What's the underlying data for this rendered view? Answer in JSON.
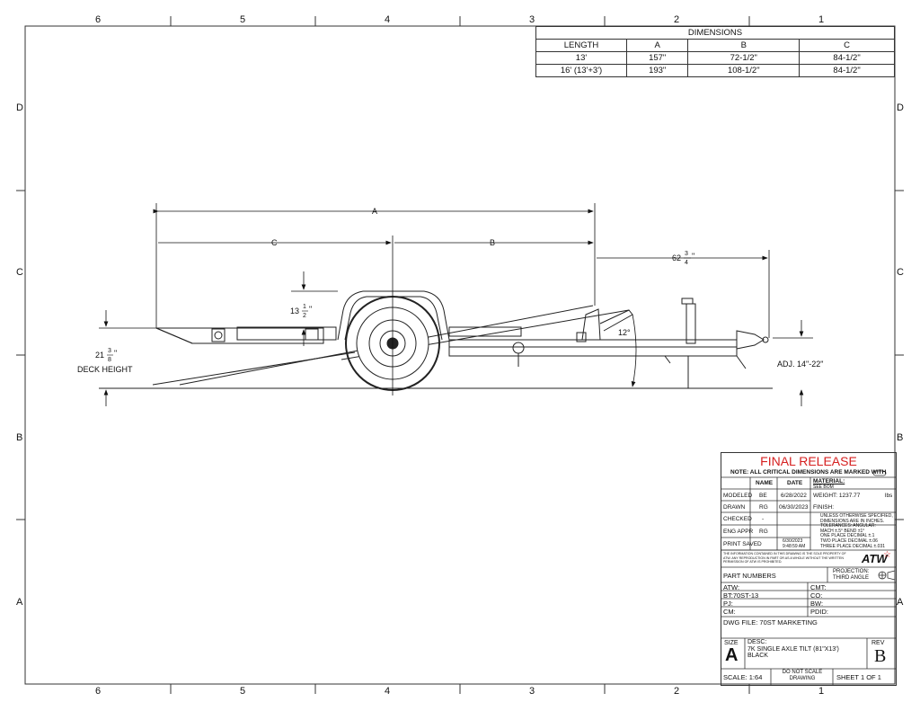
{
  "zones": {
    "top": [
      "6",
      "5",
      "4",
      "3",
      "2",
      "1"
    ],
    "side": [
      "D",
      "C",
      "B",
      "A"
    ]
  },
  "dimensions_table": {
    "title": "DIMENSIONS",
    "headers": [
      "LENGTH",
      "A",
      "B",
      "C"
    ],
    "rows": [
      [
        "13'",
        "157\"",
        "72-1/2\"",
        "84-1/2\""
      ],
      [
        "16' (13'+3')",
        "193\"",
        "108-1/2\"",
        "84-1/2\""
      ]
    ]
  },
  "drawing": {
    "dim_a": "A",
    "dim_b": "B",
    "dim_c": "C",
    "tongue_whole": "62",
    "tongue_num": "3",
    "tongue_den": "4",
    "fender_whole": "13",
    "fender_num": "1",
    "fender_den": "2",
    "deck_whole": "21",
    "deck_num": "3",
    "deck_den": "8",
    "deck_label": "DECK HEIGHT",
    "angle": "12°",
    "adj": "ADJ. 14\"-22\"",
    "inch": "\""
  },
  "title_block": {
    "status": "FINAL RELEASE",
    "note": "NOTE: ALL CRITICAL DIMENSIONS ARE MARKED WITH",
    "col_name": "NAME",
    "col_date": "DATE",
    "material_label": "MATERIAL:",
    "material_value": "SEE BOM",
    "modeled_label": "MODELED",
    "modeled_name": "BE",
    "modeled_date": "6/28/2022",
    "weight": "WEIGHT: 1237.77",
    "weight_unit": "lbs",
    "drawn_label": "DRAWN",
    "drawn_name": "RG",
    "drawn_date": "06/30/2023",
    "finish": "FINISH:",
    "checked_label": "CHECKED",
    "checked_name": "-",
    "tolerance_1": "UNLESS OTHERWISE SPECIFIED,",
    "tolerance_2": "DIMENSIONS ARE IN INCHES.",
    "tolerance_3": "TOLERANCES: ANGULAR:",
    "tolerance_4": "MACH ±.5° BEND ±1°",
    "tolerance_5": "ONE PLACE DECIMAL ±.1",
    "tolerance_6": "TWO PLACE DECIMAL ±.06",
    "tolerance_7": "THREE PLACE DECIMAL ±.031",
    "eng_label": "ENG APPR",
    "eng_name": "RG",
    "print_label": "PRINT SAVED",
    "print_date": "6/30/2023",
    "print_time": "9:48:59 AM",
    "prop_1": "THE INFORMATION CONTAINED IN THIS DRAWING IS THE SOLE PROPERTY OF",
    "prop_2": "ATW. ANY REPRODUCTION IN PART OR AS A WHOLE WITHOUT THE WRITTEN",
    "prop_3": "PERMISSION OF ATW IS PROHIBITED.",
    "logo": "ATW",
    "part_numbers": "PART NUMBERS",
    "projection_1": "PROJECTION:",
    "projection_2": "THIRD ANGLE",
    "atw": "ATW:",
    "cmt": "CMT:",
    "bt": "BT:70ST-13",
    "co": "CO:",
    "pj": "PJ:",
    "bw": "BW:",
    "cm": "CM:",
    "pdid": "PDID:",
    "dwg_file": "DWG FILE: 70ST MARKETING",
    "size_label": "SIZE",
    "size": "A",
    "desc_label": "DESC:",
    "desc_1": "7K SINGLE AXLE TILT  (81\"X13')",
    "desc_2": "BLACK",
    "rev_label": "REV",
    "rev": "B",
    "scale": "SCALE: 1:64",
    "dns_1": "DO NOT SCALE",
    "dns_2": "DRAWING",
    "sheet": "SHEET 1 OF 1"
  }
}
